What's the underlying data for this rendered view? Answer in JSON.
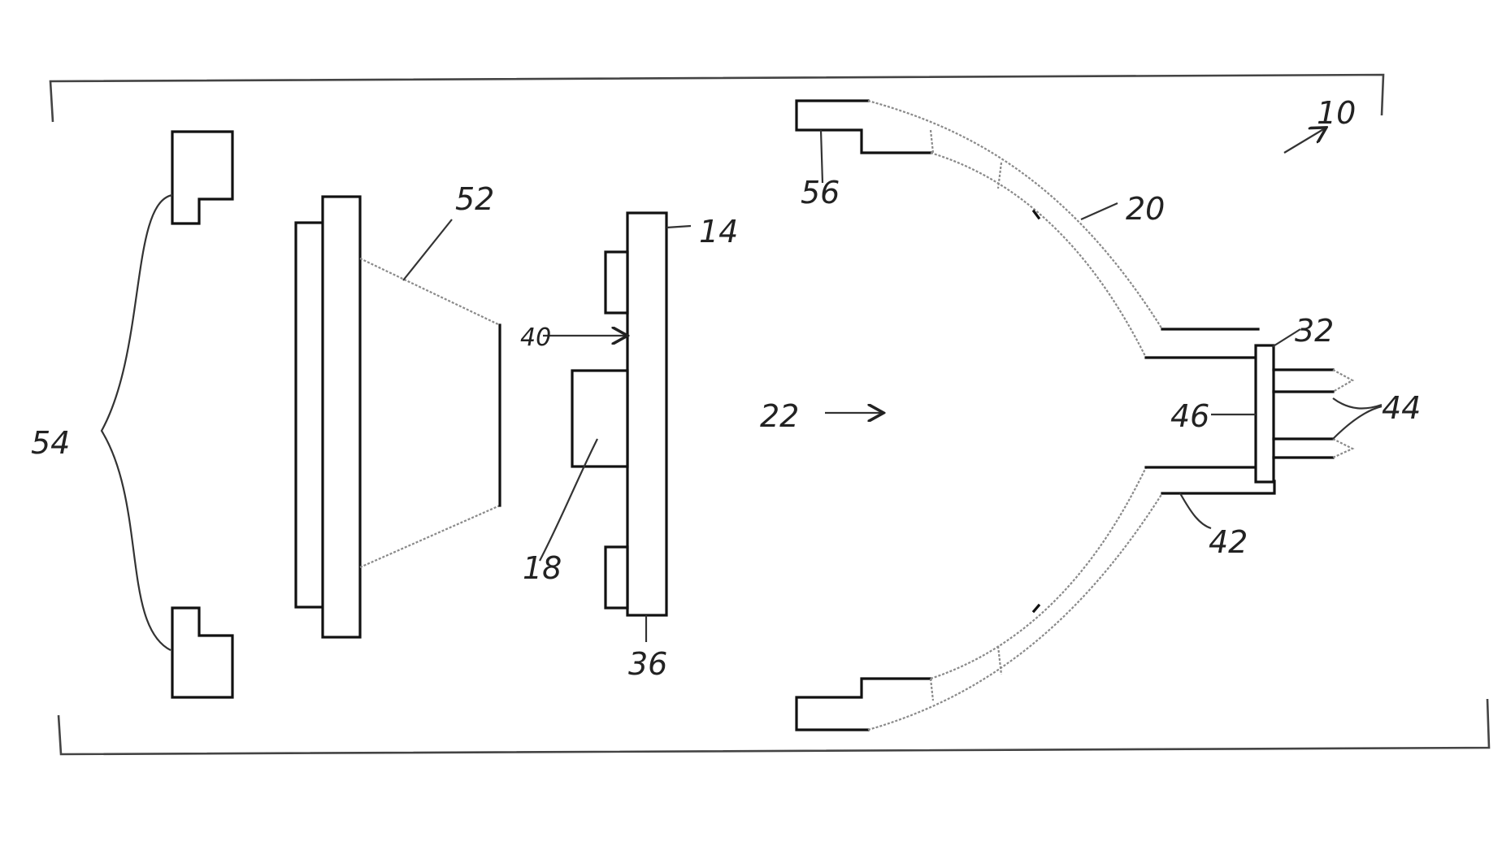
{
  "labels": {
    "ref_10": "10",
    "ref_14": "14",
    "ref_18": "18",
    "ref_20": "20",
    "ref_22": "22",
    "ref_32": "32",
    "ref_36": "36",
    "ref_40": "40",
    "ref_42": "42",
    "ref_44": "44",
    "ref_46": "46",
    "ref_52": "52",
    "ref_54": "54",
    "ref_56": "56"
  }
}
